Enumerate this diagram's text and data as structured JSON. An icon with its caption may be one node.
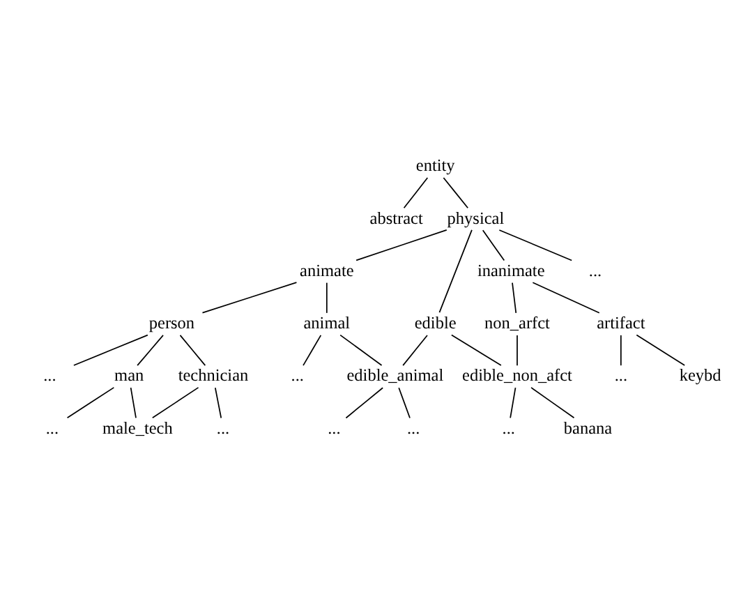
{
  "diagram": {
    "nodes": [
      {
        "text": [
          "entity"
        ]
      },
      {
        "text": [
          "abstract"
        ]
      },
      {
        "text": [
          "physical"
        ]
      },
      {
        "text": [
          "animate"
        ]
      },
      {
        "text": [
          "edible"
        ]
      },
      {
        "text": [
          "inanimate"
        ]
      },
      {
        "text": [
          "..."
        ]
      },
      {
        "text": [
          "person"
        ]
      },
      {
        "text": [
          "animal"
        ]
      },
      {
        "text": [
          "non_arfct"
        ]
      },
      {
        "text": [
          "artifact"
        ]
      },
      {
        "text": [
          "..."
        ]
      },
      {
        "text": [
          "man"
        ]
      },
      {
        "text": [
          "technician"
        ]
      },
      {
        "text": [
          "..."
        ]
      },
      {
        "text": [
          "edible_animal"
        ]
      },
      {
        "text": [
          "edible_non_afct"
        ]
      },
      {
        "text": [
          "..."
        ]
      },
      {
        "text": [
          "keybd"
        ]
      },
      {
        "text": [
          "..."
        ]
      },
      {
        "text": [
          "male_tech"
        ]
      },
      {
        "text": [
          "..."
        ]
      },
      {
        "text": [
          "..."
        ]
      },
      {
        "text": [
          "..."
        ]
      },
      {
        "text": [
          "..."
        ]
      },
      {
        "text": [
          "banana"
        ]
      }
    ],
    "edges": [
      {
        "from": 0,
        "to": 1,
        "arrow": "none"
      },
      {
        "from": 0,
        "to": 2,
        "arrow": "none"
      },
      {
        "from": 2,
        "to": 3,
        "arrow": "none"
      },
      {
        "from": 2,
        "to": 4,
        "arrow": "none"
      },
      {
        "from": 2,
        "to": 5,
        "arrow": "none"
      },
      {
        "from": 2,
        "to": 6,
        "arrow": "none"
      },
      {
        "from": 3,
        "to": 7,
        "arrow": "none"
      },
      {
        "from": 3,
        "to": 8,
        "arrow": "none"
      },
      {
        "from": 4,
        "to": 15,
        "arrow": "none"
      },
      {
        "from": 4,
        "to": 16,
        "arrow": "none"
      },
      {
        "from": 5,
        "to": 9,
        "arrow": "none"
      },
      {
        "from": 5,
        "to": 10,
        "arrow": "none"
      },
      {
        "from": 7,
        "to": 11,
        "arrow": "none"
      },
      {
        "from": 7,
        "to": 12,
        "arrow": "none"
      },
      {
        "from": 7,
        "to": 13,
        "arrow": "none"
      },
      {
        "from": 8,
        "to": 14,
        "arrow": "none"
      },
      {
        "from": 8,
        "to": 15,
        "arrow": "none"
      },
      {
        "from": 9,
        "to": 16,
        "arrow": "none"
      },
      {
        "from": 10,
        "to": 17,
        "arrow": "none"
      },
      {
        "from": 10,
        "to": 18,
        "arrow": "none"
      },
      {
        "from": 12,
        "to": 19,
        "arrow": "none"
      },
      {
        "from": 12,
        "to": 20,
        "arrow": "none"
      },
      {
        "from": 13,
        "to": 20,
        "arrow": "none"
      },
      {
        "from": 13,
        "to": 21,
        "arrow": "none"
      },
      {
        "from": 15,
        "to": 22,
        "arrow": "none"
      },
      {
        "from": 15,
        "to": 23,
        "arrow": "none"
      },
      {
        "from": 16,
        "to": 24,
        "arrow": "none"
      },
      {
        "from": 16,
        "to": 25,
        "arrow": "none"
      }
    ]
  }
}
